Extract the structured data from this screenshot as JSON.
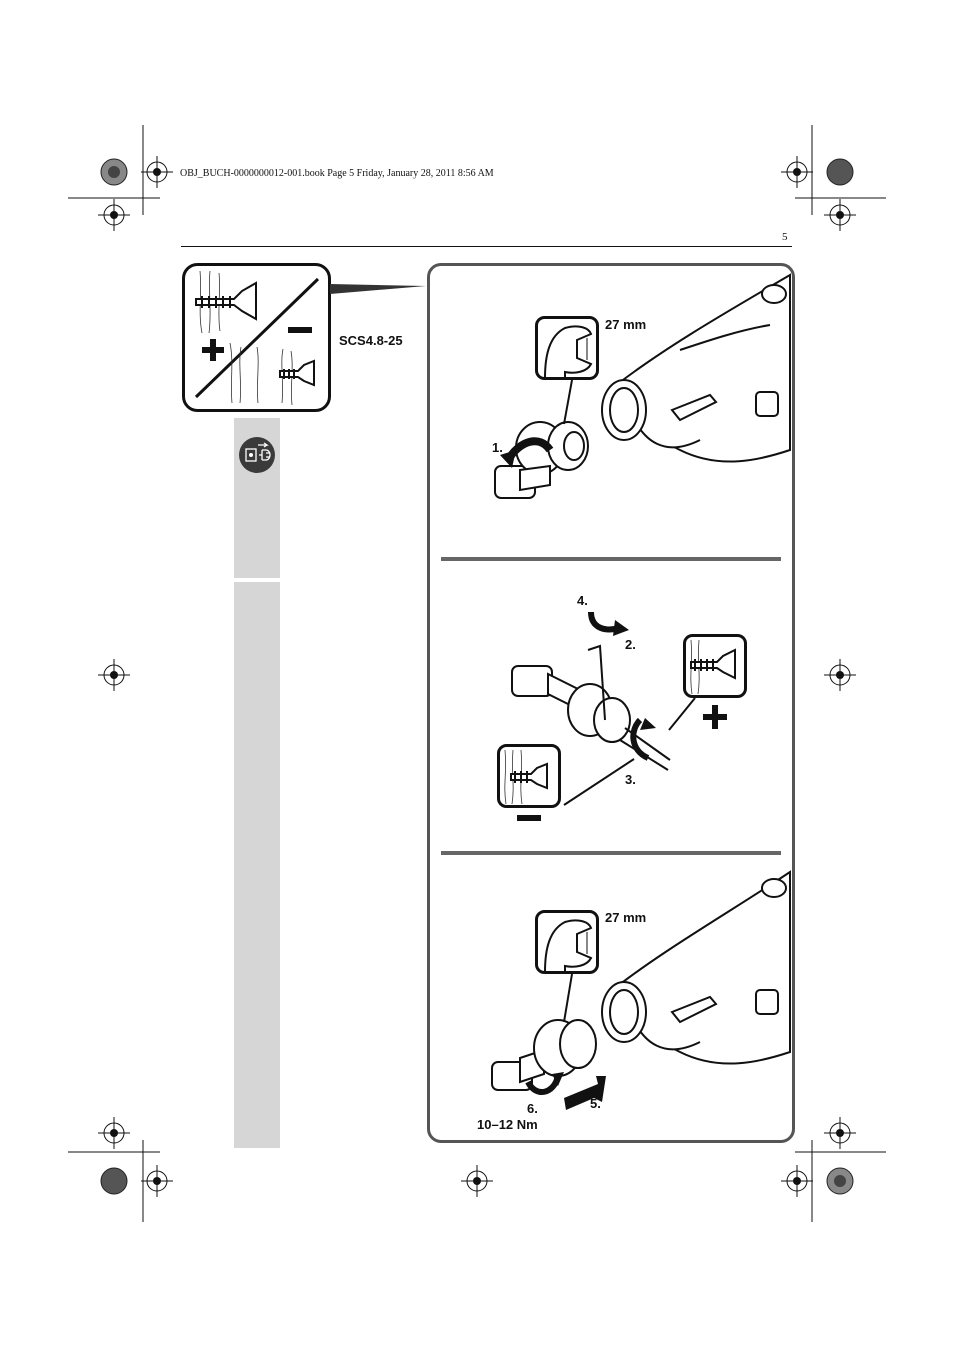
{
  "header": {
    "file_info": "OBJ_BUCH-0000000012-001.book  Page 5  Friday, January 28, 2011  8:56 AM",
    "page_number": "5"
  },
  "legend": {
    "plus_symbol": "+",
    "minus_symbol": "−",
    "model_label": "SCS4.8-25"
  },
  "steps": {
    "panel1": {
      "wrench_size": "27 mm",
      "step1": "1."
    },
    "panel2": {
      "step2": "2.",
      "step3": "3.",
      "step4": "4."
    },
    "panel3": {
      "wrench_size": "27 mm",
      "step5": "5.",
      "step6": "6.",
      "torque": "10–12 Nm"
    }
  },
  "icons": {
    "unplug": "unplug-icon",
    "screw_plus": "screw-depth-plus-icon",
    "screw_minus": "screw-depth-minus-icon",
    "wrench": "wrench-icon"
  },
  "colors": {
    "panel_border": "#555555",
    "sidebar": "#d6d6d6",
    "icon_dark": "#3a3a3a"
  }
}
